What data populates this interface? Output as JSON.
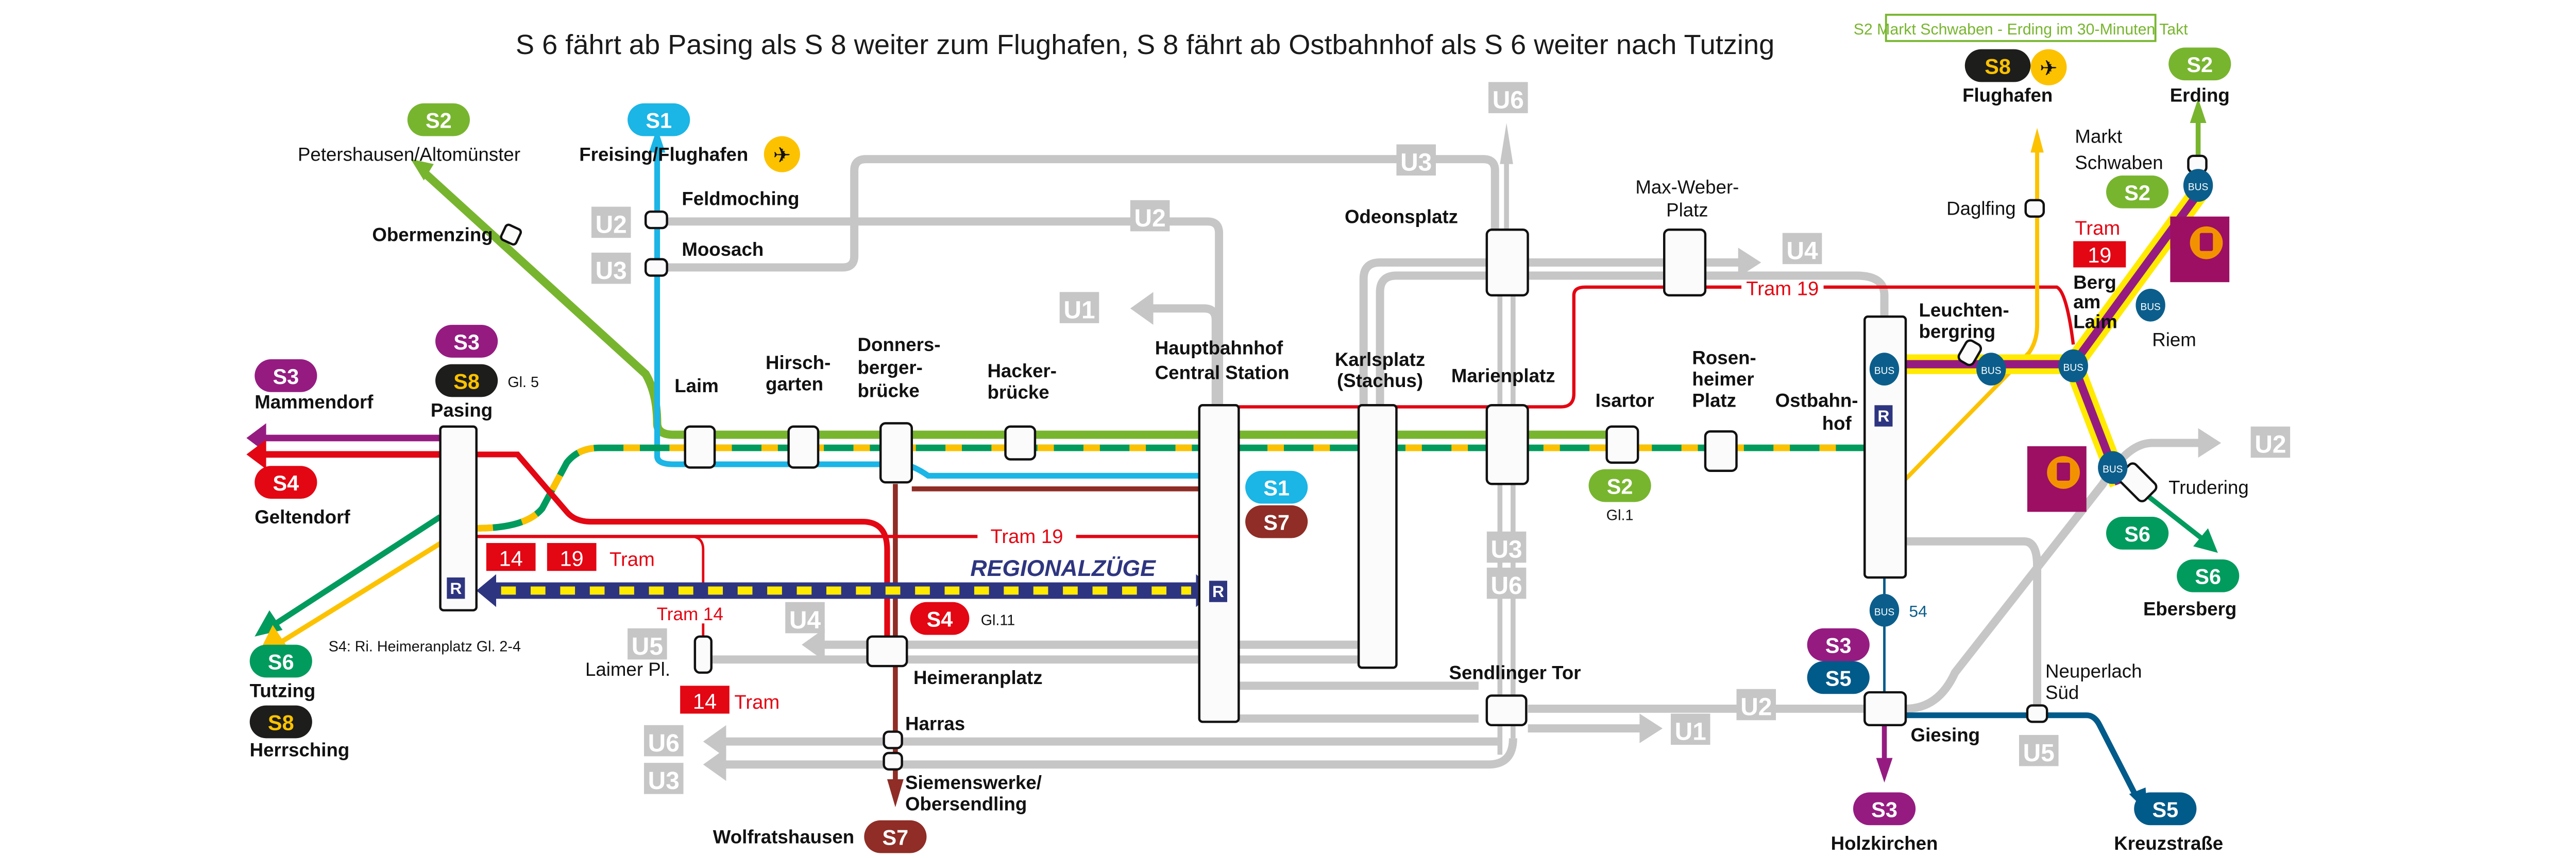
{
  "title": "S 6 fährt ab Pasing als S 8 weiter zum Flughafen, S 8 fährt ab Ostbahnhof als S 6 weiter nach Tutzing",
  "notice": "S2 Markt Schwaben - Erding im 30-Minuten Takt",
  "colors": {
    "S1": "#1bb5e6",
    "S2": "#78b52f",
    "S3": "#951b81",
    "S4": "#e30613",
    "S5": "#005a8a",
    "S6": "#009b5d",
    "S7": "#8f2d26",
    "S8": "#1d1d1b",
    "S8_text": "#fcc200",
    "U": "#c6c6c6",
    "tram": "#e30613",
    "regional": "#2e3580",
    "regional_dash": "#ffea00",
    "bus": "#0b5e8b"
  },
  "badges": {
    "s1_top": "S1",
    "s2_top": "S2",
    "s3_pasing": "S3",
    "s8_pasing": "S8",
    "s3_west": "S3",
    "s4_west": "S4",
    "s6_sw": "S6",
    "s8_sw": "S8",
    "s1_hbf": "S1",
    "s7_hbf": "S7",
    "s4_heim": "S4",
    "s2_isartor": "S2",
    "s7_south": "S7",
    "s8_ne": "S8",
    "s2_ne": "S2",
    "s2_markt": "S2",
    "s6_trudering": "S6",
    "s6_east": "S6",
    "s3_giesing": "S3",
    "s5_giesing": "S5",
    "s3_south": "S3",
    "s5_south": "S5"
  },
  "destinations": {
    "petershausen": "Petershausen/Altomünster",
    "freising": "Freising/Flughafen",
    "mammendorf": "Mammendorf",
    "geltendorf": "Geltendorf",
    "tutzing": "Tutzing",
    "herrsching": "Herrsching",
    "wolfratshausen": "Wolfratshausen",
    "flughafen": "Flughafen",
    "erding": "Erding",
    "ebersberg": "Ebersberg",
    "holzkirchen": "Holzkirchen",
    "kreuzstrasse": "Kreuzstraße"
  },
  "stations": {
    "obermenzing": "Obermenzing",
    "feldmoching": "Feldmoching",
    "moosach": "Moosach",
    "pasing": "Pasing",
    "laim": "Laim",
    "hirschgarten_1": "Hirsch-",
    "hirschgarten_2": "garten",
    "donners_1": "Donners-",
    "donners_2": "berger-",
    "donners_3": "brücke",
    "hacker_1": "Hacker-",
    "hacker_2": "brücke",
    "hbf_1": "Hauptbahnhof",
    "hbf_2": "Central Station",
    "karls_1": "Karlsplatz",
    "karls_2": "(Stachus)",
    "marienplatz": "Marienplatz",
    "odeonsplatz": "Odeonsplatz",
    "maxweber_1": "Max-Weber-",
    "maxweber_2": "Platz",
    "isartor": "Isartor",
    "rosen_1": "Rosen-",
    "rosen_2": "heimer",
    "rosen_3": "Platz",
    "ost_1": "Ostbahn-",
    "ost_2": "hof",
    "leucht_1": "Leuchten-",
    "leucht_2": "bergring",
    "daglfing": "Daglfing",
    "markt_1": "Markt",
    "markt_2": "Schwaben",
    "berg_1": "Berg",
    "berg_2": "am",
    "berg_3": "Laim",
    "riem": "Riem",
    "trudering": "Trudering",
    "laimer_pl": "Laimer Pl.",
    "heimeranplatz": "Heimeranplatz",
    "harras": "Harras",
    "siemens_1": "Siemenswerke/",
    "siemens_2": "Obersendling",
    "sendlinger_tor": "Sendlinger Tor",
    "giesing": "Giesing",
    "neuperlach_1": "Neuperlach",
    "neuperlach_2": "Süd"
  },
  "platforms": {
    "pasing_s8": "Gl. 5",
    "isartor_s2": "Gl.1",
    "heim_s4": "Gl.11",
    "s4_note": "S4: Ri. Heimeranplatz Gl. 2-4"
  },
  "ubahn": {
    "u2_feld": "U2",
    "u3_moos": "U3",
    "u2_mid": "U2",
    "u3_top": "U3",
    "u6_top": "U6",
    "u1_hbf": "U1",
    "u4_east": "U4",
    "u3_mar": "U3",
    "u6_mar": "U6",
    "u5_laim": "U5",
    "u4_heim": "U4",
    "u6_west": "U6",
    "u3_west": "U3",
    "u1_south": "U1",
    "u2_south": "U2",
    "u2_east": "U2",
    "u5_east": "U5"
  },
  "tram": {
    "t14": "14",
    "t19": "19",
    "tram_label": "Tram",
    "tram19_a": "Tram 19",
    "tram19_b": "Tram 19",
    "tram14": "Tram 14",
    "t14_b": "14",
    "tram_label_b": "Tram",
    "tram_ne": "Tram",
    "t19_ne": "19"
  },
  "regional": {
    "label": "REGIONALZÜGE",
    "r": "R"
  },
  "bus": {
    "label": "BUS",
    "line54": "54"
  }
}
